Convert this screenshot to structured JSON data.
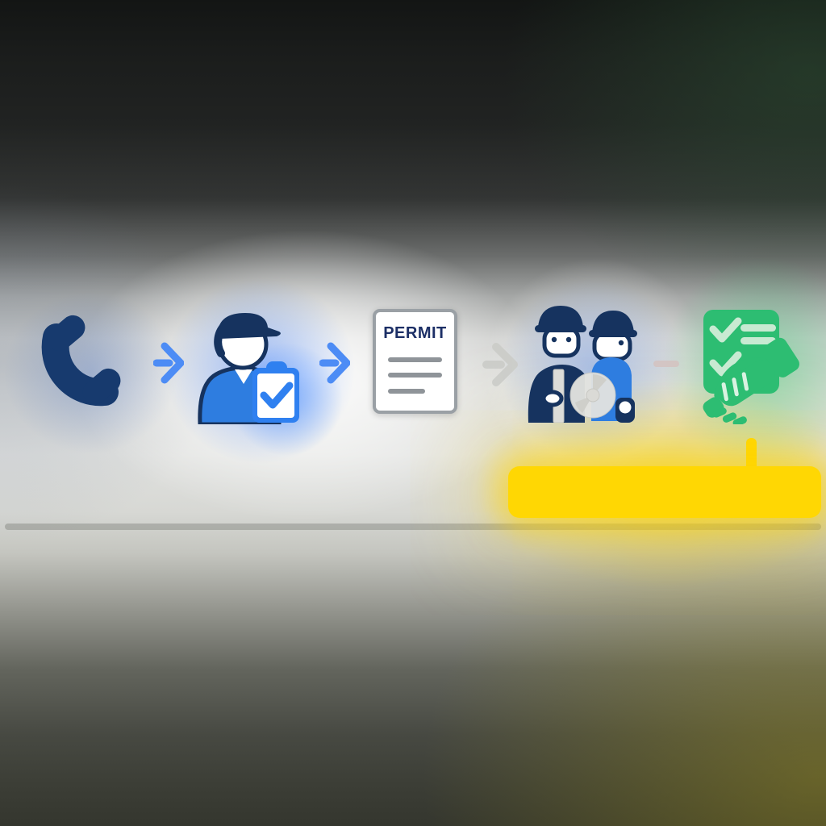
{
  "illustration": {
    "kind": "permit-process-flow",
    "permit_document": {
      "title": "PERMIT",
      "body_lines": 3
    },
    "steps": [
      {
        "id": "phone-call",
        "icon": "phone-icon"
      },
      {
        "id": "inspector-checklist",
        "icon": "inspector-clipboard-icon"
      },
      {
        "id": "permit-issued",
        "icon": "permit-document-icon"
      },
      {
        "id": "construction-workers",
        "icon": "workers-icon"
      },
      {
        "id": "agreement-approved",
        "icon": "checklist-handshake-icon"
      }
    ],
    "connectors": [
      {
        "id": "arrow-1",
        "style": "blue-arrow"
      },
      {
        "id": "arrow-2",
        "style": "blue-arrow"
      },
      {
        "id": "arrow-3",
        "style": "gray-arrow"
      },
      {
        "id": "dash-4",
        "style": "faint-dash"
      }
    ],
    "highlight": {
      "id": "yellow-callout-bar",
      "text": ""
    },
    "colors": {
      "navy": "#16335f",
      "phone_navy": "#173a6e",
      "blue": "#2e7de0",
      "clipboard_blue": "#2f80f0",
      "arrow_blue": "#4d8cf5",
      "arrow_gray": "#cbccc8",
      "green": "#2dbd72",
      "green_cutout": "#c8ead2",
      "yellow": "#ffd703",
      "paper_white": "#ffffff",
      "paper_border_gray": "#9aa0a5",
      "permit_text_navy": "#1c2f66",
      "line_gray": "#8f9499",
      "divider_gray": "#60625c"
    }
  }
}
